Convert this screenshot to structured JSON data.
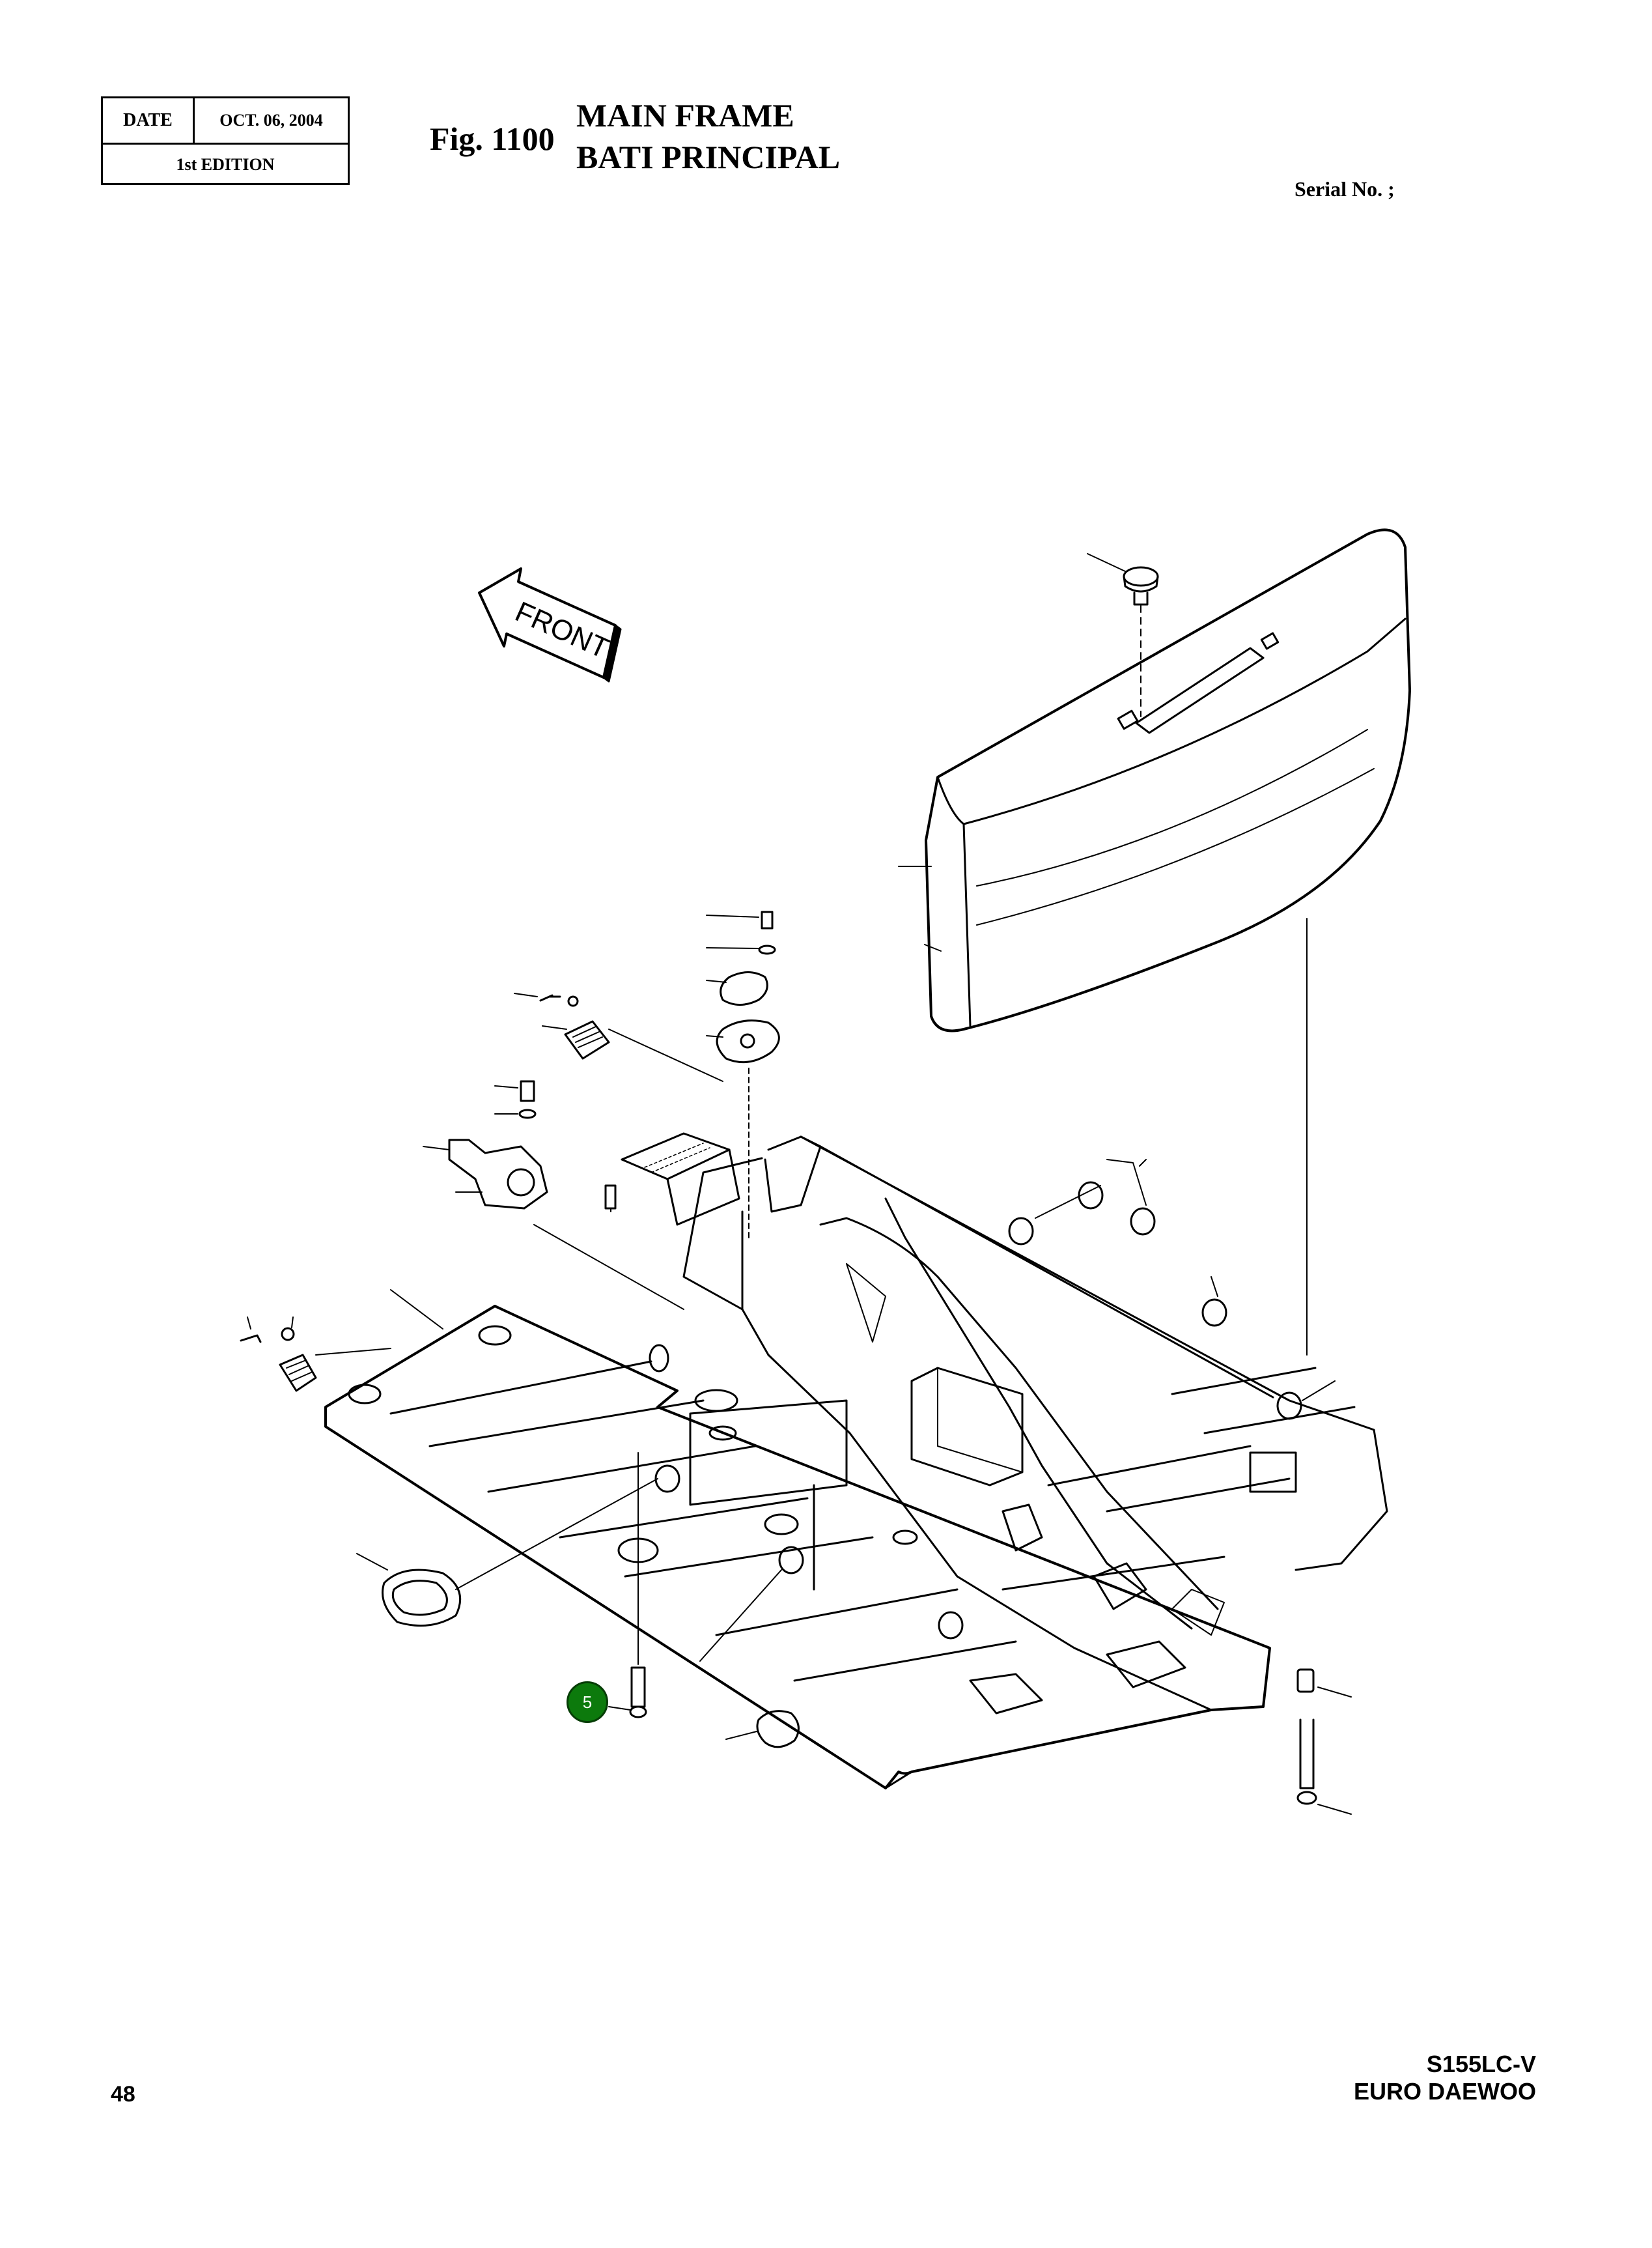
{
  "header": {
    "date_label": "DATE",
    "date_value": "OCT. 06, 2004",
    "edition": "1st EDITION",
    "fig_number": "Fig. 1100",
    "title_en": "MAIN FRAME",
    "title_fr": "BATI PRINCIPAL",
    "serial": "Serial No. ;"
  },
  "diagram": {
    "direction_label": "FRONT",
    "callouts": [
      {
        "number": "5",
        "color": "#0c7a0c"
      }
    ]
  },
  "footer": {
    "page_number": "48",
    "model": "S155LC-V",
    "brand": "EURO DAEWOO"
  }
}
